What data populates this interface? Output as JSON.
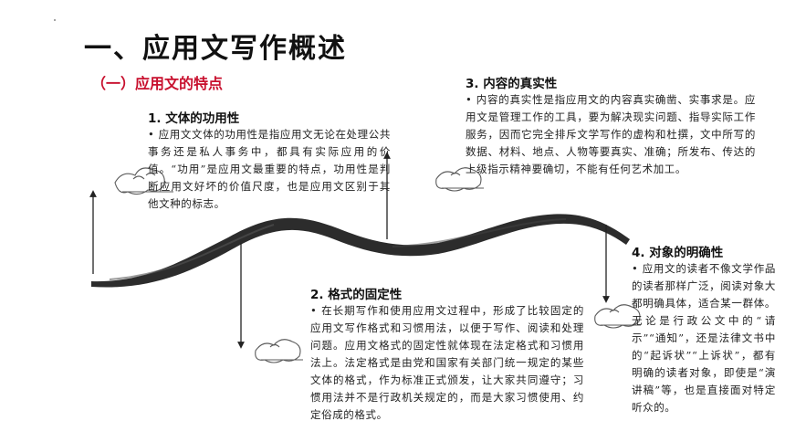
{
  "header": {
    "title": "一、应用文写作概述",
    "subtitle": "（一）应用文的特点"
  },
  "sections": [
    {
      "heading": "1. 文体的功用性",
      "body": "• 应用文文体的功用性是指应用文无论在处理公共事务还是私人事务中，都具有实际应用的价值。“功用”是应用文最重要的特点，功用性是判断应用文好坏的价值尺度，也是应用文区别于其他文种的标志。"
    },
    {
      "heading": "2. 格式的固定性",
      "body": "• 在长期写作和使用应用文过程中，形成了比较固定的应用文写作格式和习惯用法，以便于写作、阅读和处理问题。应用文格式的固定性就体现在法定格式和习惯用法上。法定格式是由党和国家有关部门统一规定的某些文体的格式，作为标准正式颁发，让大家共同遵守；习惯用法并不是行政机关规定的，而是大家习惯使用、约定俗成的格式。"
    },
    {
      "heading": "3. 内容的真实性",
      "body": "• 内容的真实性是指应用文的内容真实确凿、实事求是。应用文是管理工作的工具，要为解决现实问题、指导实际工作服务，因而它完全排斥文学写作的虚构和杜撰，文中所写的数据、材料、地点、人物等要真实、准确；所发布、传达的上级指示精神要确切，不能有任何艺术加工。"
    },
    {
      "heading": "4. 对象的明确性",
      "body": "• 应用文的读者不像文学作品的读者那样广泛，阅读对象大都明确具体，适合某一群体。无论是行政公文中的“请示”“通知”，还是法律文书中的“起诉状”“上诉状”，都有明确的读者对象，即使是“演讲稿”等，也是直接面对特定听众的。"
    }
  ]
}
